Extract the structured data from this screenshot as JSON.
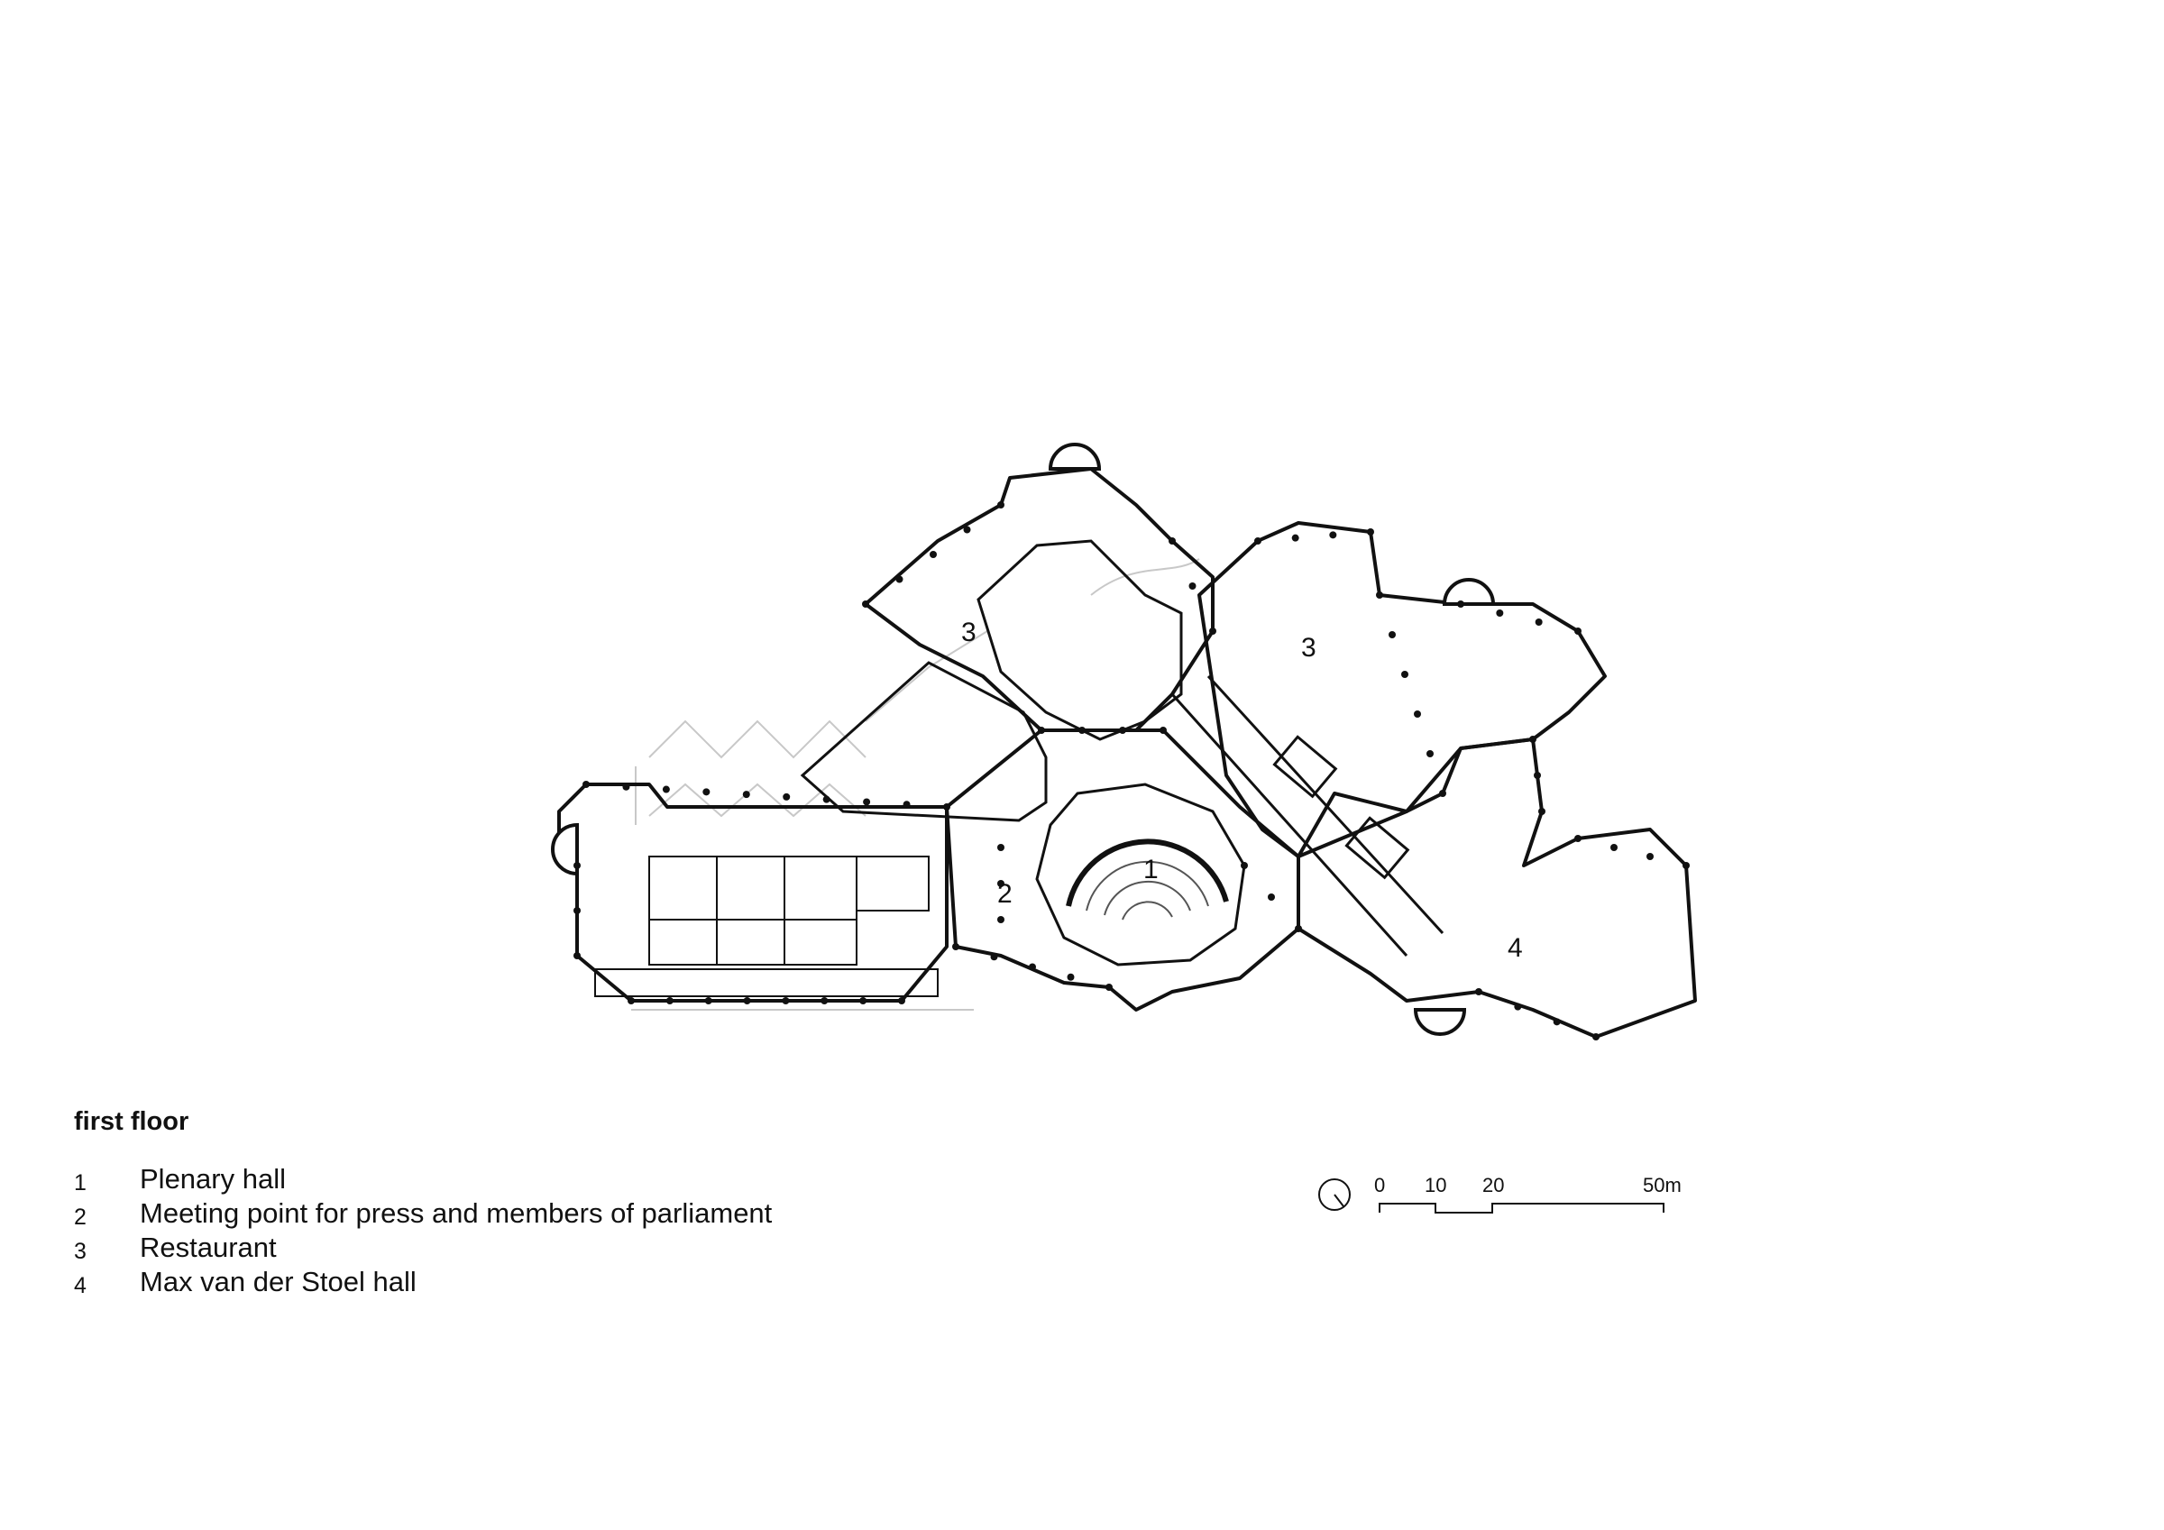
{
  "drawing": {
    "title": "first floor",
    "legend": [
      {
        "number": "1",
        "label": "Plenary hall"
      },
      {
        "number": "2",
        "label": "Meeting point for press and members of parliament"
      },
      {
        "number": "3",
        "label": "Restaurant"
      },
      {
        "number": "4",
        "label": "Max van der Stoel hall"
      }
    ],
    "room_markers": [
      "1",
      "2",
      "3",
      "3",
      "4"
    ],
    "scale_bar": {
      "ticks": [
        "0",
        "10",
        "20",
        "50m"
      ]
    },
    "icons": [
      "north-arrow-icon"
    ]
  }
}
